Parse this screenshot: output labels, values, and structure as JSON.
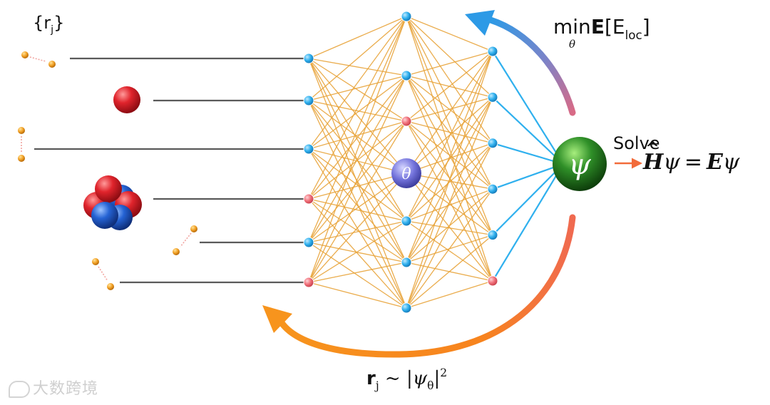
{
  "labels": {
    "positions": "{r",
    "positions_sub": "j",
    "positions_close": "}",
    "objective_min": "min",
    "objective_E": "E",
    "objective_bracket": "[E",
    "objective_loc": "loc",
    "objective_close": "]",
    "objective_under": "θ",
    "solve": "Solve",
    "eq_H": "H",
    "eq_psi1": "ψ",
    "eq_equals": "=",
    "eq_E": "E",
    "eq_psi2": "ψ",
    "dist_r": "r",
    "dist_r_sub": "j",
    "dist_tilde": " ~ |",
    "dist_psi": "ψ",
    "dist_psi_sub": "θ",
    "dist_bar": "|",
    "dist_sup": "2",
    "theta_node": "θ",
    "psi_node": "ψ",
    "watermark": "大数跨境"
  },
  "colors": {
    "connection": "#e8a43a",
    "input_line": "#5a5a5a",
    "node_blue": "#2fb0ee",
    "node_red": "#f0707a",
    "arrow_blue": "#2d9ae6",
    "arrow_orange": "#f7941d",
    "psi_green": "#2f8f28",
    "theta_purple": "#6f6fd8",
    "solve_arrow": "#f26b3a"
  },
  "network": {
    "layers": [
      [
        "blue",
        "blue",
        "blue",
        "red",
        "blue",
        "red"
      ],
      [
        "blue",
        "blue",
        "red",
        "blue",
        "blue",
        "blue",
        "blue"
      ],
      [
        "blue",
        "blue",
        "blue",
        "blue",
        "blue",
        "red"
      ]
    ],
    "output": "psi"
  }
}
